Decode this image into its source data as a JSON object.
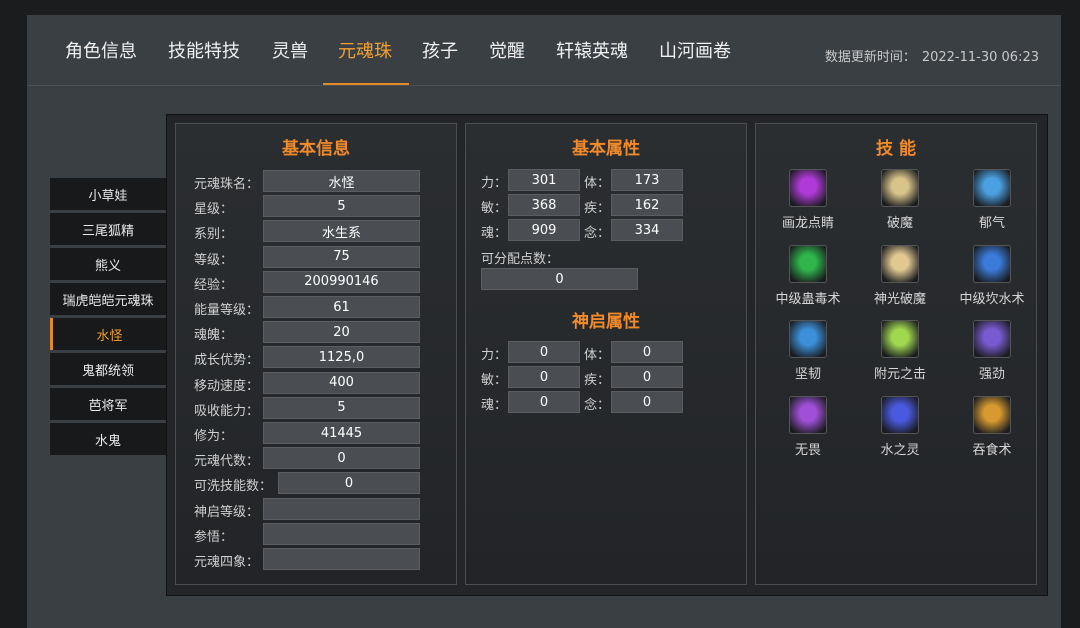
{
  "nav": {
    "tabs": [
      "角色信息",
      "技能特技",
      "灵兽",
      "元魂珠",
      "孩子",
      "觉醒",
      "轩辕英魂",
      "山河画卷"
    ],
    "active_index": 3,
    "update_label": "数据更新时间：",
    "update_time": "2022-11-30 06:23"
  },
  "sidebar": {
    "items": [
      "小草娃",
      "三尾狐精",
      "熊义",
      "瑞虎皑皑元魂珠",
      "水怪",
      "鬼都统领",
      "芭将军",
      "水鬼"
    ],
    "active_index": 4
  },
  "basic_info": {
    "title": "基本信息",
    "rows": [
      {
        "label": "元魂珠名：",
        "value": "水怪"
      },
      {
        "label": "星级：",
        "value": "5"
      },
      {
        "label": "系别：",
        "value": "水生系"
      },
      {
        "label": "等级：",
        "value": "75"
      },
      {
        "label": "经验：",
        "value": "200990146"
      },
      {
        "label": "能量等级：",
        "value": "61"
      },
      {
        "label": "魂魄：",
        "value": "20"
      },
      {
        "label": "成长优势：",
        "value": "1125,0"
      },
      {
        "label": "移动速度：",
        "value": "400"
      },
      {
        "label": "吸收能力：",
        "value": "5"
      },
      {
        "label": "修为：",
        "value": "41445"
      },
      {
        "label": "元魂代数：",
        "value": "0"
      },
      {
        "label": "可洗技能数：",
        "value": "0"
      },
      {
        "label": "神启等级：",
        "value": ""
      },
      {
        "label": "参悟：",
        "value": ""
      },
      {
        "label": "元魂四象：",
        "value": ""
      }
    ]
  },
  "basic_attrs": {
    "title": "基本属性",
    "left": [
      {
        "label": "力：",
        "value": "301"
      },
      {
        "label": "敏：",
        "value": "368"
      },
      {
        "label": "魂：",
        "value": "909"
      }
    ],
    "right": [
      {
        "label": "体：",
        "value": "173"
      },
      {
        "label": "疾：",
        "value": "162"
      },
      {
        "label": "念：",
        "value": "334"
      }
    ],
    "free_points_label": "可分配点数：",
    "free_points": "0"
  },
  "divine_attrs": {
    "title": "神启属性",
    "left": [
      {
        "label": "力：",
        "value": "0"
      },
      {
        "label": "敏：",
        "value": "0"
      },
      {
        "label": "魂：",
        "value": "0"
      }
    ],
    "right": [
      {
        "label": "体：",
        "value": "0"
      },
      {
        "label": "疾：",
        "value": "0"
      },
      {
        "label": "念：",
        "value": "0"
      }
    ]
  },
  "skills": {
    "title": "技 能",
    "items": [
      {
        "name": "画龙点睛",
        "icon": "purple-slash-icon",
        "color": "#b03ad8"
      },
      {
        "name": "破魔",
        "icon": "golden-beast-icon",
        "color": "#d8c38a"
      },
      {
        "name": "郁气",
        "icon": "blue-figure-icon",
        "color": "#4aa0e0"
      },
      {
        "name": "中级蛊毒术",
        "icon": "green-poison-icon",
        "color": "#2fb54a"
      },
      {
        "name": "神光破魔",
        "icon": "golden-beast-icon",
        "color": "#e0c890"
      },
      {
        "name": "中级坎水术",
        "icon": "water-comet-icon",
        "color": "#3a7ad8"
      },
      {
        "name": "坚韧",
        "icon": "blue-shield-icon",
        "color": "#3c8fd8"
      },
      {
        "name": "附元之击",
        "icon": "lightning-icon",
        "color": "#a0d850"
      },
      {
        "name": "强劲",
        "icon": "purple-shield-icon",
        "color": "#7a5ad0"
      },
      {
        "name": "无畏",
        "icon": "violet-shield-icon",
        "color": "#a050d8"
      },
      {
        "name": "水之灵",
        "icon": "blue-vortex-icon",
        "color": "#4a5ae0"
      },
      {
        "name": "吞食术",
        "icon": "golden-claw-icon",
        "color": "#d89a30"
      }
    ]
  }
}
